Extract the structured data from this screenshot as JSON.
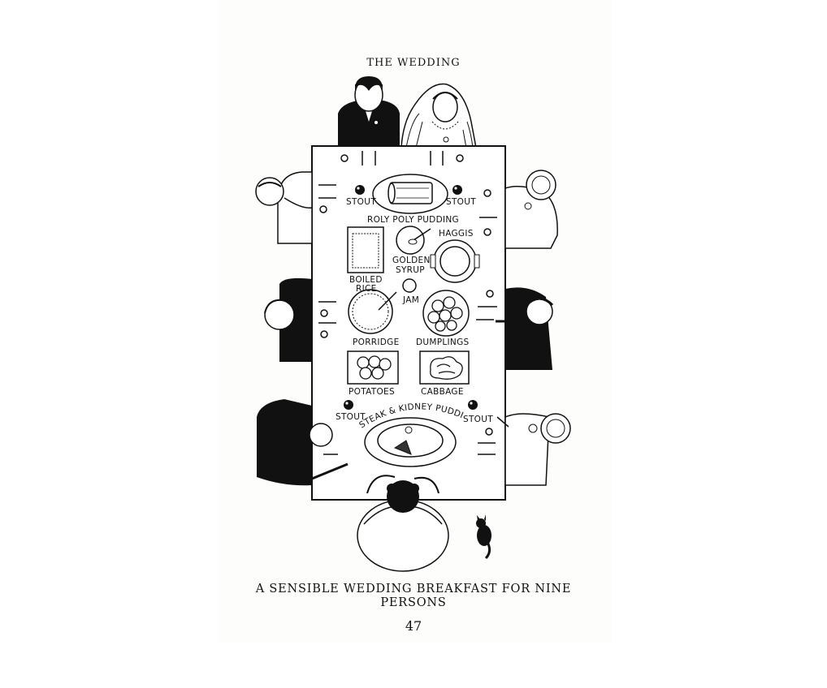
{
  "running_head": "THE WEDDING",
  "labels": {
    "stout_top_left": "STOUT",
    "stout_top_right": "STOUT",
    "roly_poly": "ROLY POLY PUDDING",
    "haggis": "HAGGIS",
    "golden_1": "GOLDEN",
    "golden_2": "SYRUP",
    "boiled_1": "BOILED",
    "boiled_2": "RICE",
    "jam": "JAM",
    "porridge": "PORRIDGE",
    "dumplings": "DUMPLINGS",
    "potatoes": "POTATOES",
    "cabbage": "CABBAGE",
    "stout_bottom_left": "STOUT",
    "stout_bottom_right": "STOUT",
    "steak_kidney": "STEAK & KIDNEY PUDDING"
  },
  "caption": "A SENSIBLE WEDDING BREAKFAST FOR NINE PERSONS",
  "page_number": "47"
}
